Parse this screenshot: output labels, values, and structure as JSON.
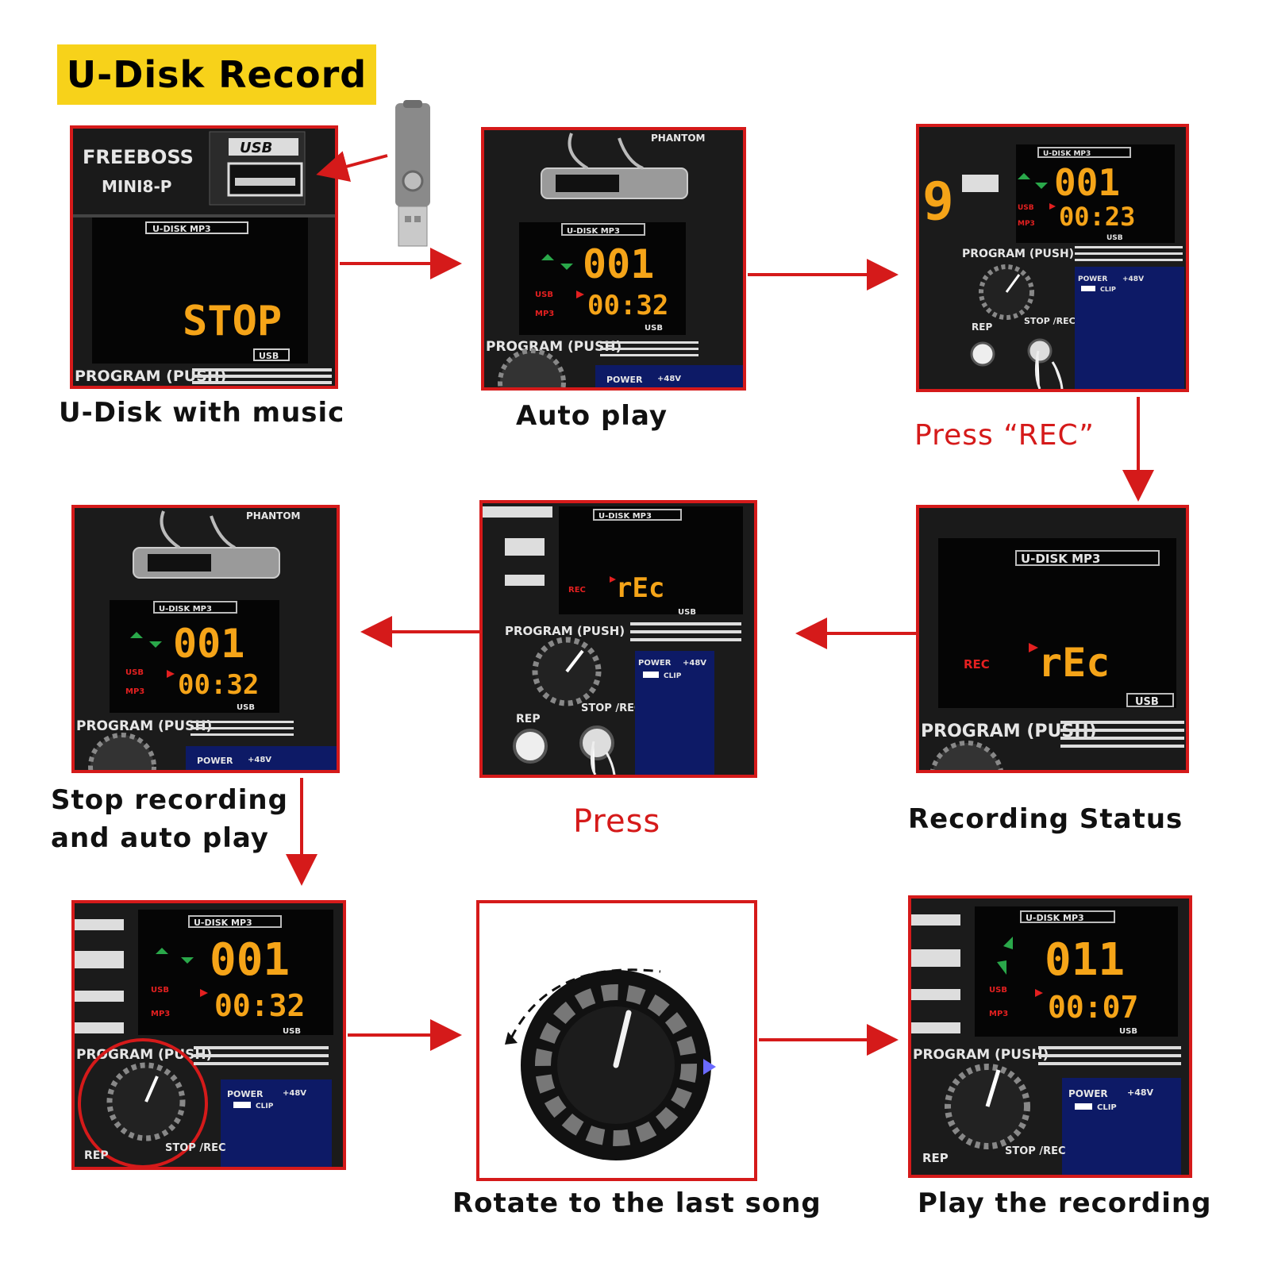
{
  "title": "U-Disk Record",
  "captions": {
    "step1": "U-Disk with music",
    "step2": "Auto play",
    "step3": "Press “REC”",
    "step4": "Recording Status",
    "step5": "Press",
    "step6_line1": "Stop recording",
    "step6_line2": "and auto play",
    "step7": "Rotate to the last song",
    "step8": "Play the recording"
  },
  "device": {
    "brand": "FREEBOSS",
    "model": "MINI8-P",
    "usb_port_label": "USB",
    "display_label": "U-DISK MP3",
    "usb_badge": "USB",
    "program_label": "PROGRAM (PUSH)",
    "phantom_label": "PHANTOM",
    "usb_indicator": "USB",
    "mp3_indicator": "MP3",
    "rec_indicator": "REC",
    "rep_label": "REP",
    "stop_rec_label": "STOP /REC",
    "power_label": "POWER",
    "phantom_48v": "+48V",
    "clip_label": "CLIP"
  },
  "screens": {
    "step1": {
      "main": "STOP"
    },
    "step2": {
      "track": "001",
      "time": "00:32"
    },
    "step3": {
      "track": "001",
      "time": "00:23"
    },
    "step4": {
      "main": "rEc"
    },
    "step5": {
      "main": "rEc"
    },
    "step6": {
      "track": "001",
      "time": "00:32"
    },
    "step8": {
      "track": "011",
      "time": "00:07"
    }
  },
  "colors": {
    "title_bg": "#f7d21a",
    "frame": "#d51a1a",
    "arrow": "#d51a1a",
    "lcd": "#f5a418",
    "panel_bg": "#121212"
  }
}
